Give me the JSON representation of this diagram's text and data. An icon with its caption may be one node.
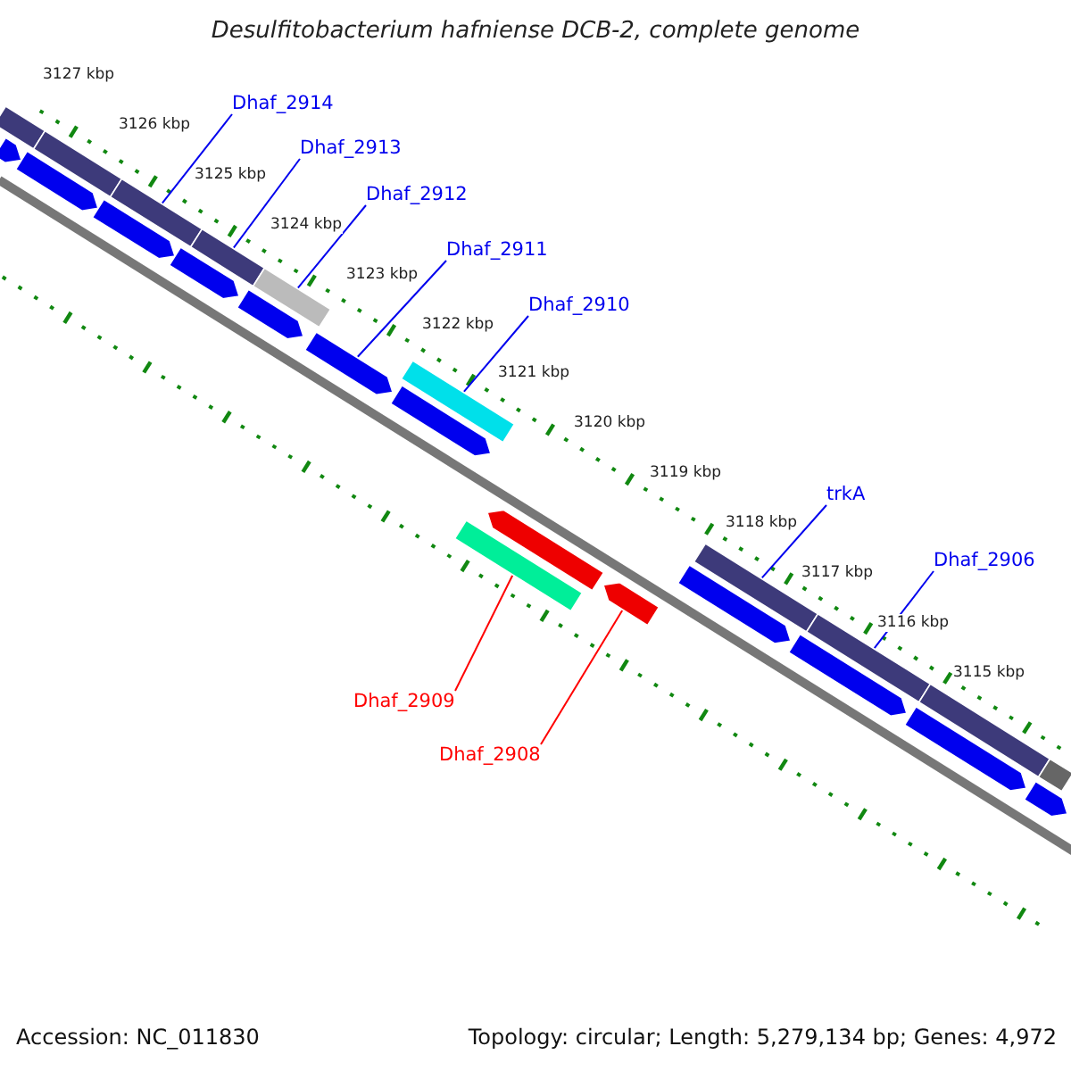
{
  "diagram": {
    "title": "Desulfitobacterium hafniense DCB-2, complete genome",
    "nodes": [
      {
        "text": [
          "Dhaf_2914"
        ]
      },
      {
        "text": [
          "Dhaf_2913"
        ]
      },
      {
        "text": [
          "Dhaf_2912"
        ]
      },
      {
        "text": [
          "Dhaf_2911"
        ]
      },
      {
        "text": [
          "Dhaf_2910"
        ]
      },
      {
        "text": [
          "trkA"
        ]
      },
      {
        "text": [
          "Dhaf_2906"
        ]
      },
      {
        "text": [
          "Dhaf_2909"
        ]
      },
      {
        "text": [
          "Dhaf_2908"
        ]
      },
      {
        "text": [],
        "shape": "bar"
      },
      {
        "text": [],
        "shape": "bar"
      },
      {
        "text": [],
        "shape": "bar"
      },
      {
        "text": [],
        "shape": "bar"
      },
      {
        "text": [],
        "shape": "bar"
      },
      {
        "text": [],
        "shape": "bar"
      },
      {
        "text": [],
        "shape": "bar"
      },
      {
        "text": [],
        "shape": "bar"
      },
      {
        "text": [],
        "shape": "bar"
      },
      {
        "text": [],
        "shape": "bar"
      },
      {
        "text": [],
        "shape": "bar"
      },
      {
        "text": [],
        "shape": "bar"
      },
      {
        "text": [],
        "shape": "bar"
      },
      {
        "text": [],
        "shape": "bar"
      },
      {
        "text": [],
        "shape": "bar"
      },
      {
        "text": [],
        "shape": "bar"
      },
      {
        "text": [],
        "shape": "bar"
      },
      {
        "text": [],
        "shape": "bar"
      },
      {
        "text": [],
        "shape": "bar"
      },
      {
        "text": [],
        "shape": "bar"
      },
      {
        "text": [],
        "shape": "bar"
      },
      {
        "text": [],
        "shape": "bar"
      },
      {
        "text": [],
        "shape": "bar"
      },
      {
        "text": [],
        "shape": "bar"
      }
    ],
    "edges": [
      {
        "from": 0,
        "to": 14,
        "arrow": "none"
      },
      {
        "from": 1,
        "to": 16,
        "arrow": "none"
      },
      {
        "from": 2,
        "to": 18,
        "arrow": "none"
      },
      {
        "from": 3,
        "to": 19,
        "arrow": "none"
      },
      {
        "from": 4,
        "to": 21,
        "arrow": "none"
      },
      {
        "from": 5,
        "to": 26,
        "arrow": "none"
      },
      {
        "from": 6,
        "to": 28,
        "arrow": "none"
      },
      {
        "from": 7,
        "to": 22,
        "arrow": "none",
        "color": "#ff0000"
      },
      {
        "from": 8,
        "to": 24,
        "arrow": "none",
        "color": "#ff0000"
      }
    ],
    "labels": [
      "3127 kbp",
      "3126 kbp",
      "3125 kbp",
      "3124 kbp",
      "3123 kbp",
      "3122 kbp",
      "3121 kbp",
      "3120 kbp",
      "3119 kbp",
      "3118 kbp",
      "3117 kbp",
      "3116 kbp",
      "3115 kbp",
      "Accession: NC_011830",
      "Topology: circular; Length: 5,279,134 bp; Genes: 4,972"
    ]
  }
}
